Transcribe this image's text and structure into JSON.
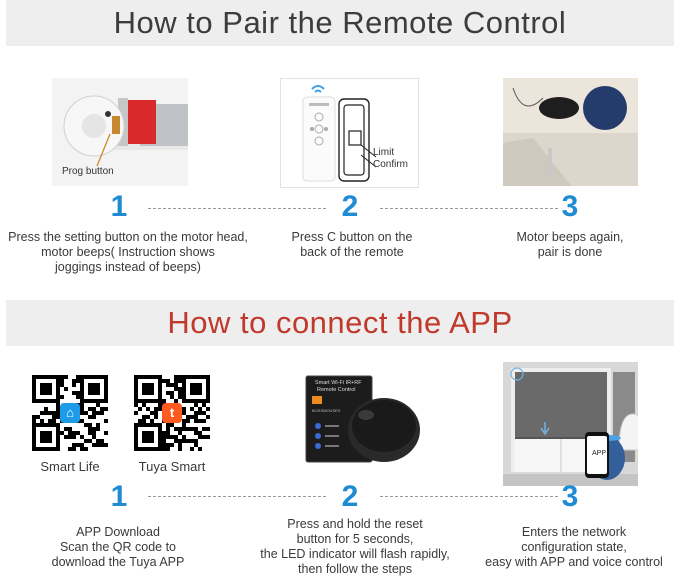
{
  "pair_section": {
    "title": "How to Pair the Remote Control",
    "steps": [
      {
        "number": "1",
        "caption": [
          "Press the setting button on the motor head,",
          "motor beeps( Instruction shows",
          "joggings instead of beeps)"
        ],
        "label": "Prog button"
      },
      {
        "number": "2",
        "caption": [
          "Press C button on the",
          "back of the remote"
        ],
        "labels": [
          "Limit",
          "Confirm"
        ]
      },
      {
        "number": "3",
        "caption": [
          "Motor beeps again,",
          "pair is done"
        ]
      }
    ]
  },
  "app_section": {
    "title": "How to connect the APP",
    "qr_codes": [
      {
        "label": "Smart Life",
        "icon": "smart-life-icon",
        "color": "#1e9be8"
      },
      {
        "label": "Tuya Smart",
        "icon": "tuya-icon",
        "color": "#ff5a1f"
      }
    ],
    "box_title": [
      "Smart Wi-Fi IR+RF",
      "Remote Control"
    ],
    "device_brand": "BOSSMOUSES",
    "phone_label": "APP",
    "steps": [
      {
        "number": "1",
        "caption": [
          "APP Download",
          "Scan the QR code to",
          "download the Tuya APP"
        ]
      },
      {
        "number": "2",
        "caption": [
          "Press and hold the reset",
          "button for 5 seconds,",
          "the LED indicator will flash rapidly,",
          "then follow the steps"
        ]
      },
      {
        "number": "3",
        "caption": [
          "Enters the network",
          "configuration state,",
          "easy with APP and voice control"
        ]
      }
    ]
  },
  "colors": {
    "accent_blue": "#1e8bd3",
    "title_red": "#c0392b",
    "banner_bg": "#eeeeee"
  }
}
